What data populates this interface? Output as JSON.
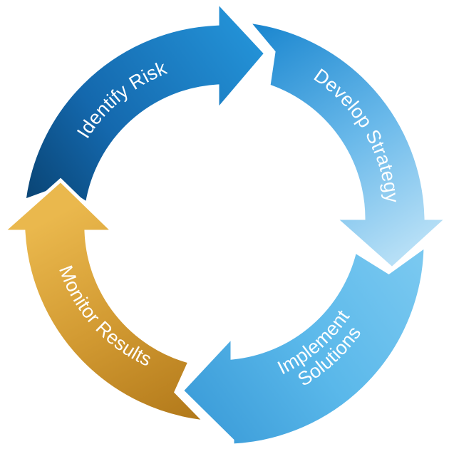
{
  "steps": [
    {
      "label": "Identify Risk"
    },
    {
      "label": "Develop Strategy"
    },
    {
      "label": "Implement Solutions",
      "lines": [
        "Implement",
        "Solutions"
      ]
    },
    {
      "label": "Monitor Results"
    }
  ],
  "colors": {
    "identify_risk": [
      "#0b4d82",
      "#1f8fd6"
    ],
    "develop_strategy": [
      "#1c8ad2",
      "#a8d8f4"
    ],
    "implement_solutions": [
      "#5ab9ec",
      "#3d9ed9"
    ],
    "monitor_results": [
      "#e9b54a",
      "#b87f1d"
    ]
  }
}
